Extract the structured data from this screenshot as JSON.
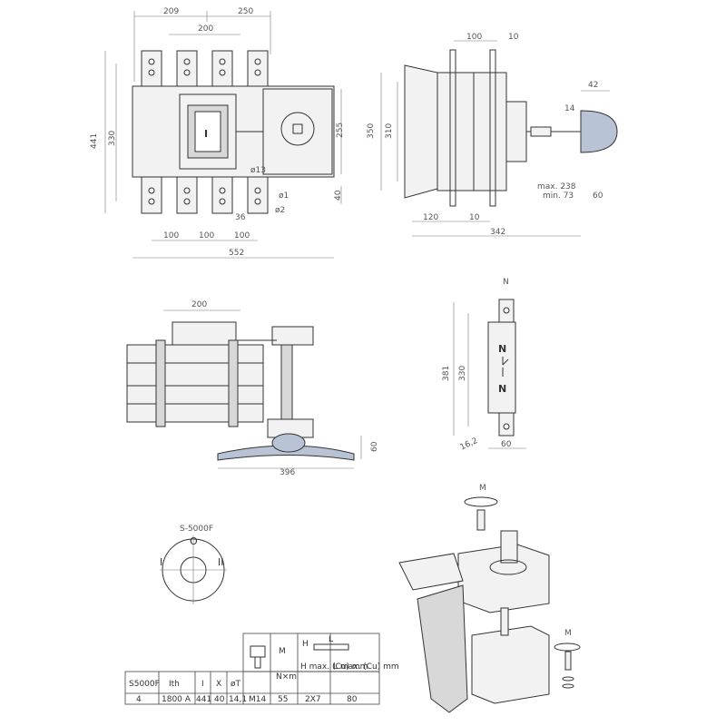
{
  "front_view": {
    "dims": {
      "top_left": "209",
      "top_right": "250",
      "inner": "200",
      "height_total": "441",
      "height_inner": "330",
      "right": "255",
      "d13": "ø13",
      "d1": "ø1",
      "d2": "ø2",
      "d40": "40",
      "d36": "36",
      "pitch1": "100",
      "pitch2": "100",
      "pitch3": "100",
      "width": "552"
    },
    "handle_symbol": "I"
  },
  "side_view": {
    "dims": {
      "top_100": "100",
      "top_10": "10",
      "h350": "350",
      "h310": "310",
      "d14": "14",
      "d42": "42",
      "max": "max. 238",
      "min": "min. 73",
      "r60": "60",
      "b120": "120",
      "b10": "10",
      "b342": "342"
    }
  },
  "top_view": {
    "dims": {
      "d200": "200",
      "d396": "396",
      "d60": "60"
    }
  },
  "neutral": {
    "dims": {
      "n_label": "N",
      "h381": "381",
      "h330": "330",
      "d16": "16,2",
      "w60": "60"
    },
    "symbol_top": "N",
    "symbol_bottom": "N"
  },
  "dial": {
    "model": "S-5000F",
    "pos_off": "O",
    "pos_one": "I",
    "pos_two": "II"
  },
  "exploded": {
    "m_top": "M",
    "m_right": "M"
  },
  "spec_table": {
    "icon_m": "M",
    "icon_nm": "N×m",
    "icon_h": "H",
    "icon_l": "L",
    "headers": [
      "S5000F",
      "Ith",
      "I",
      "X",
      "øT",
      "",
      "",
      "H max. (Cu) mm",
      "L max. (Cu) mm"
    ],
    "row": [
      "4",
      "1800 A",
      "441",
      "40",
      "14,1",
      "M14",
      "55",
      "2X7",
      "80"
    ]
  }
}
